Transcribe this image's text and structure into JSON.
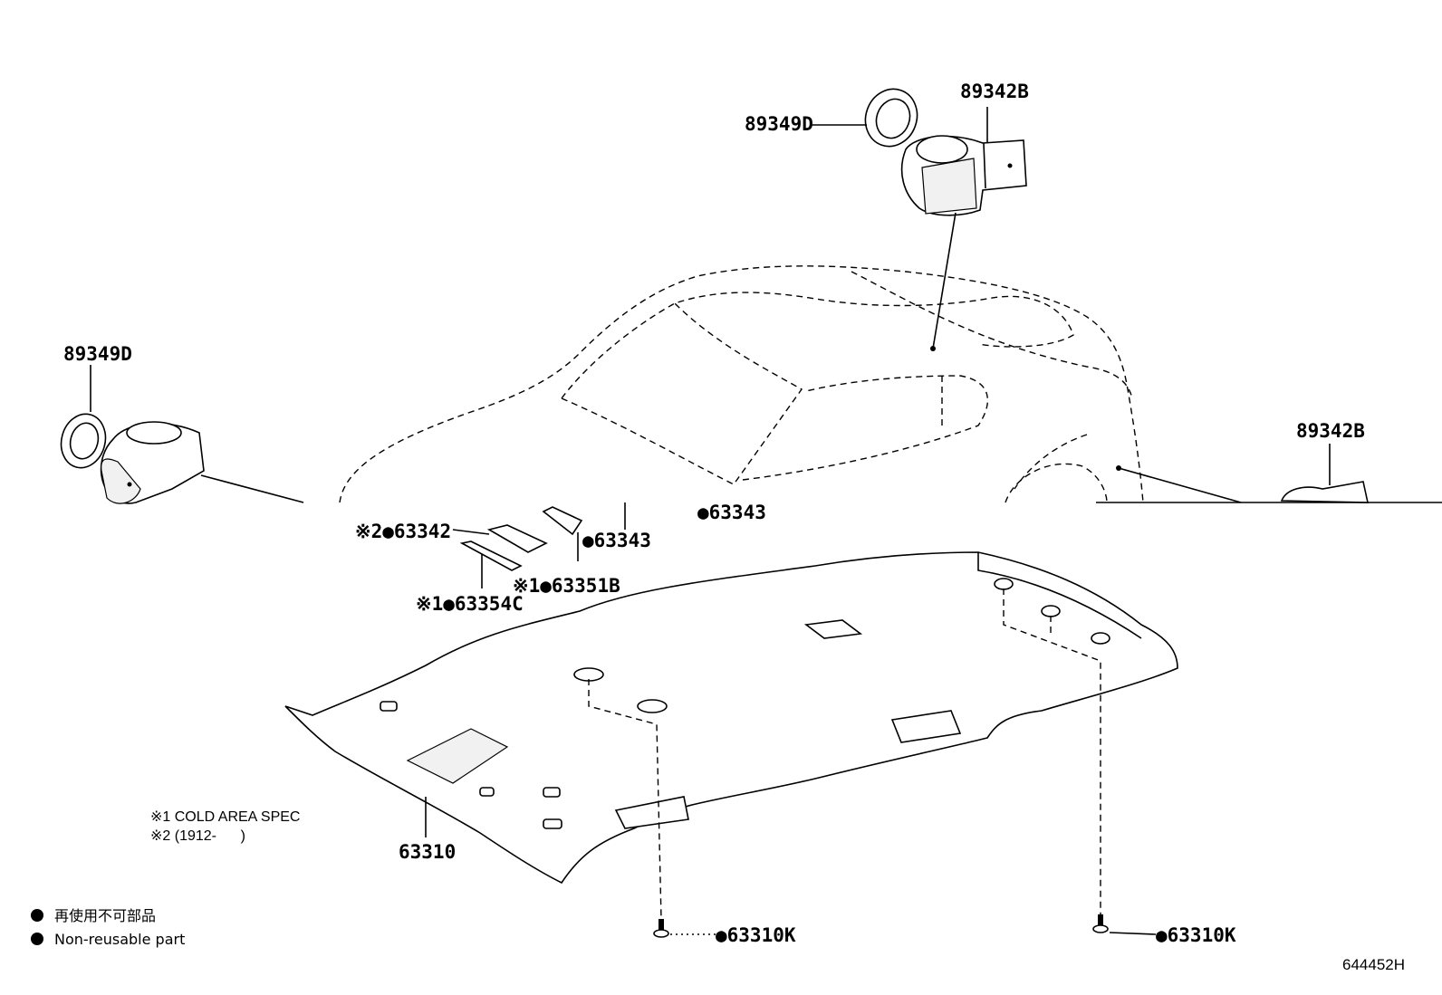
{
  "labels": {
    "ring_top": "89349D",
    "sensor_top": "89342B",
    "ring_left": "89349D",
    "sensor_right": "89342B",
    "p63342": "※2●63342",
    "p63343_a": "●63343",
    "p63343_b": "●63343",
    "p63351b": "※1●63351B",
    "p63354c": "※1●63354C",
    "p63310": "63310",
    "clip_left": "●63310K",
    "clip_right": "●63310K"
  },
  "notes": {
    "note1": "※1 COLD AREA SPEC",
    "note2": "※2 (1912-      )"
  },
  "legend": {
    "symbol": "●",
    "japanese": "再使用不可部品",
    "english": "Non-reusable part"
  },
  "figure_id": "644452H"
}
